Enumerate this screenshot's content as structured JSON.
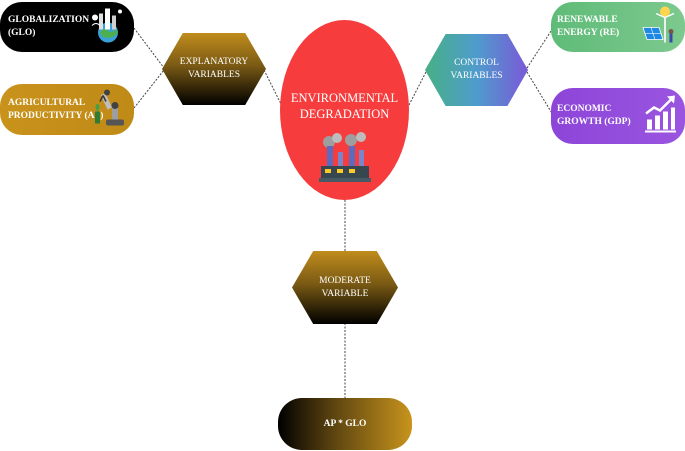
{
  "explanatory": {
    "label": "EXPLANATORY\nVARIABLES",
    "items": [
      {
        "label": "GLOBALIZATION\n(GLO)",
        "icon": "globe-city-icon",
        "color": "#000000"
      },
      {
        "label": "AGRICULTURAL\nPRODUCTIVITY (AP)",
        "icon": "robot-arm-icon",
        "color": "#c9921b"
      }
    ]
  },
  "control": {
    "label": "CONTROL\nVARIABLES",
    "items": [
      {
        "label": "RENEWABLE\nENERGY (RE)",
        "icon": "solar-panel-icon",
        "color": "#6cc183"
      },
      {
        "label": "ECONOMIC\nGROWTH (GDP)",
        "icon": "growth-chart-icon",
        "color": "#9350dc"
      }
    ]
  },
  "center": {
    "label": "ENVIRONMENTAL\nDEGRADATION",
    "icon": "factory-pollution-icon",
    "color": "#f63c3d"
  },
  "moderate": {
    "label": "MODERATE\nVARIABLE"
  },
  "interaction": {
    "label": "AP * GLO"
  }
}
